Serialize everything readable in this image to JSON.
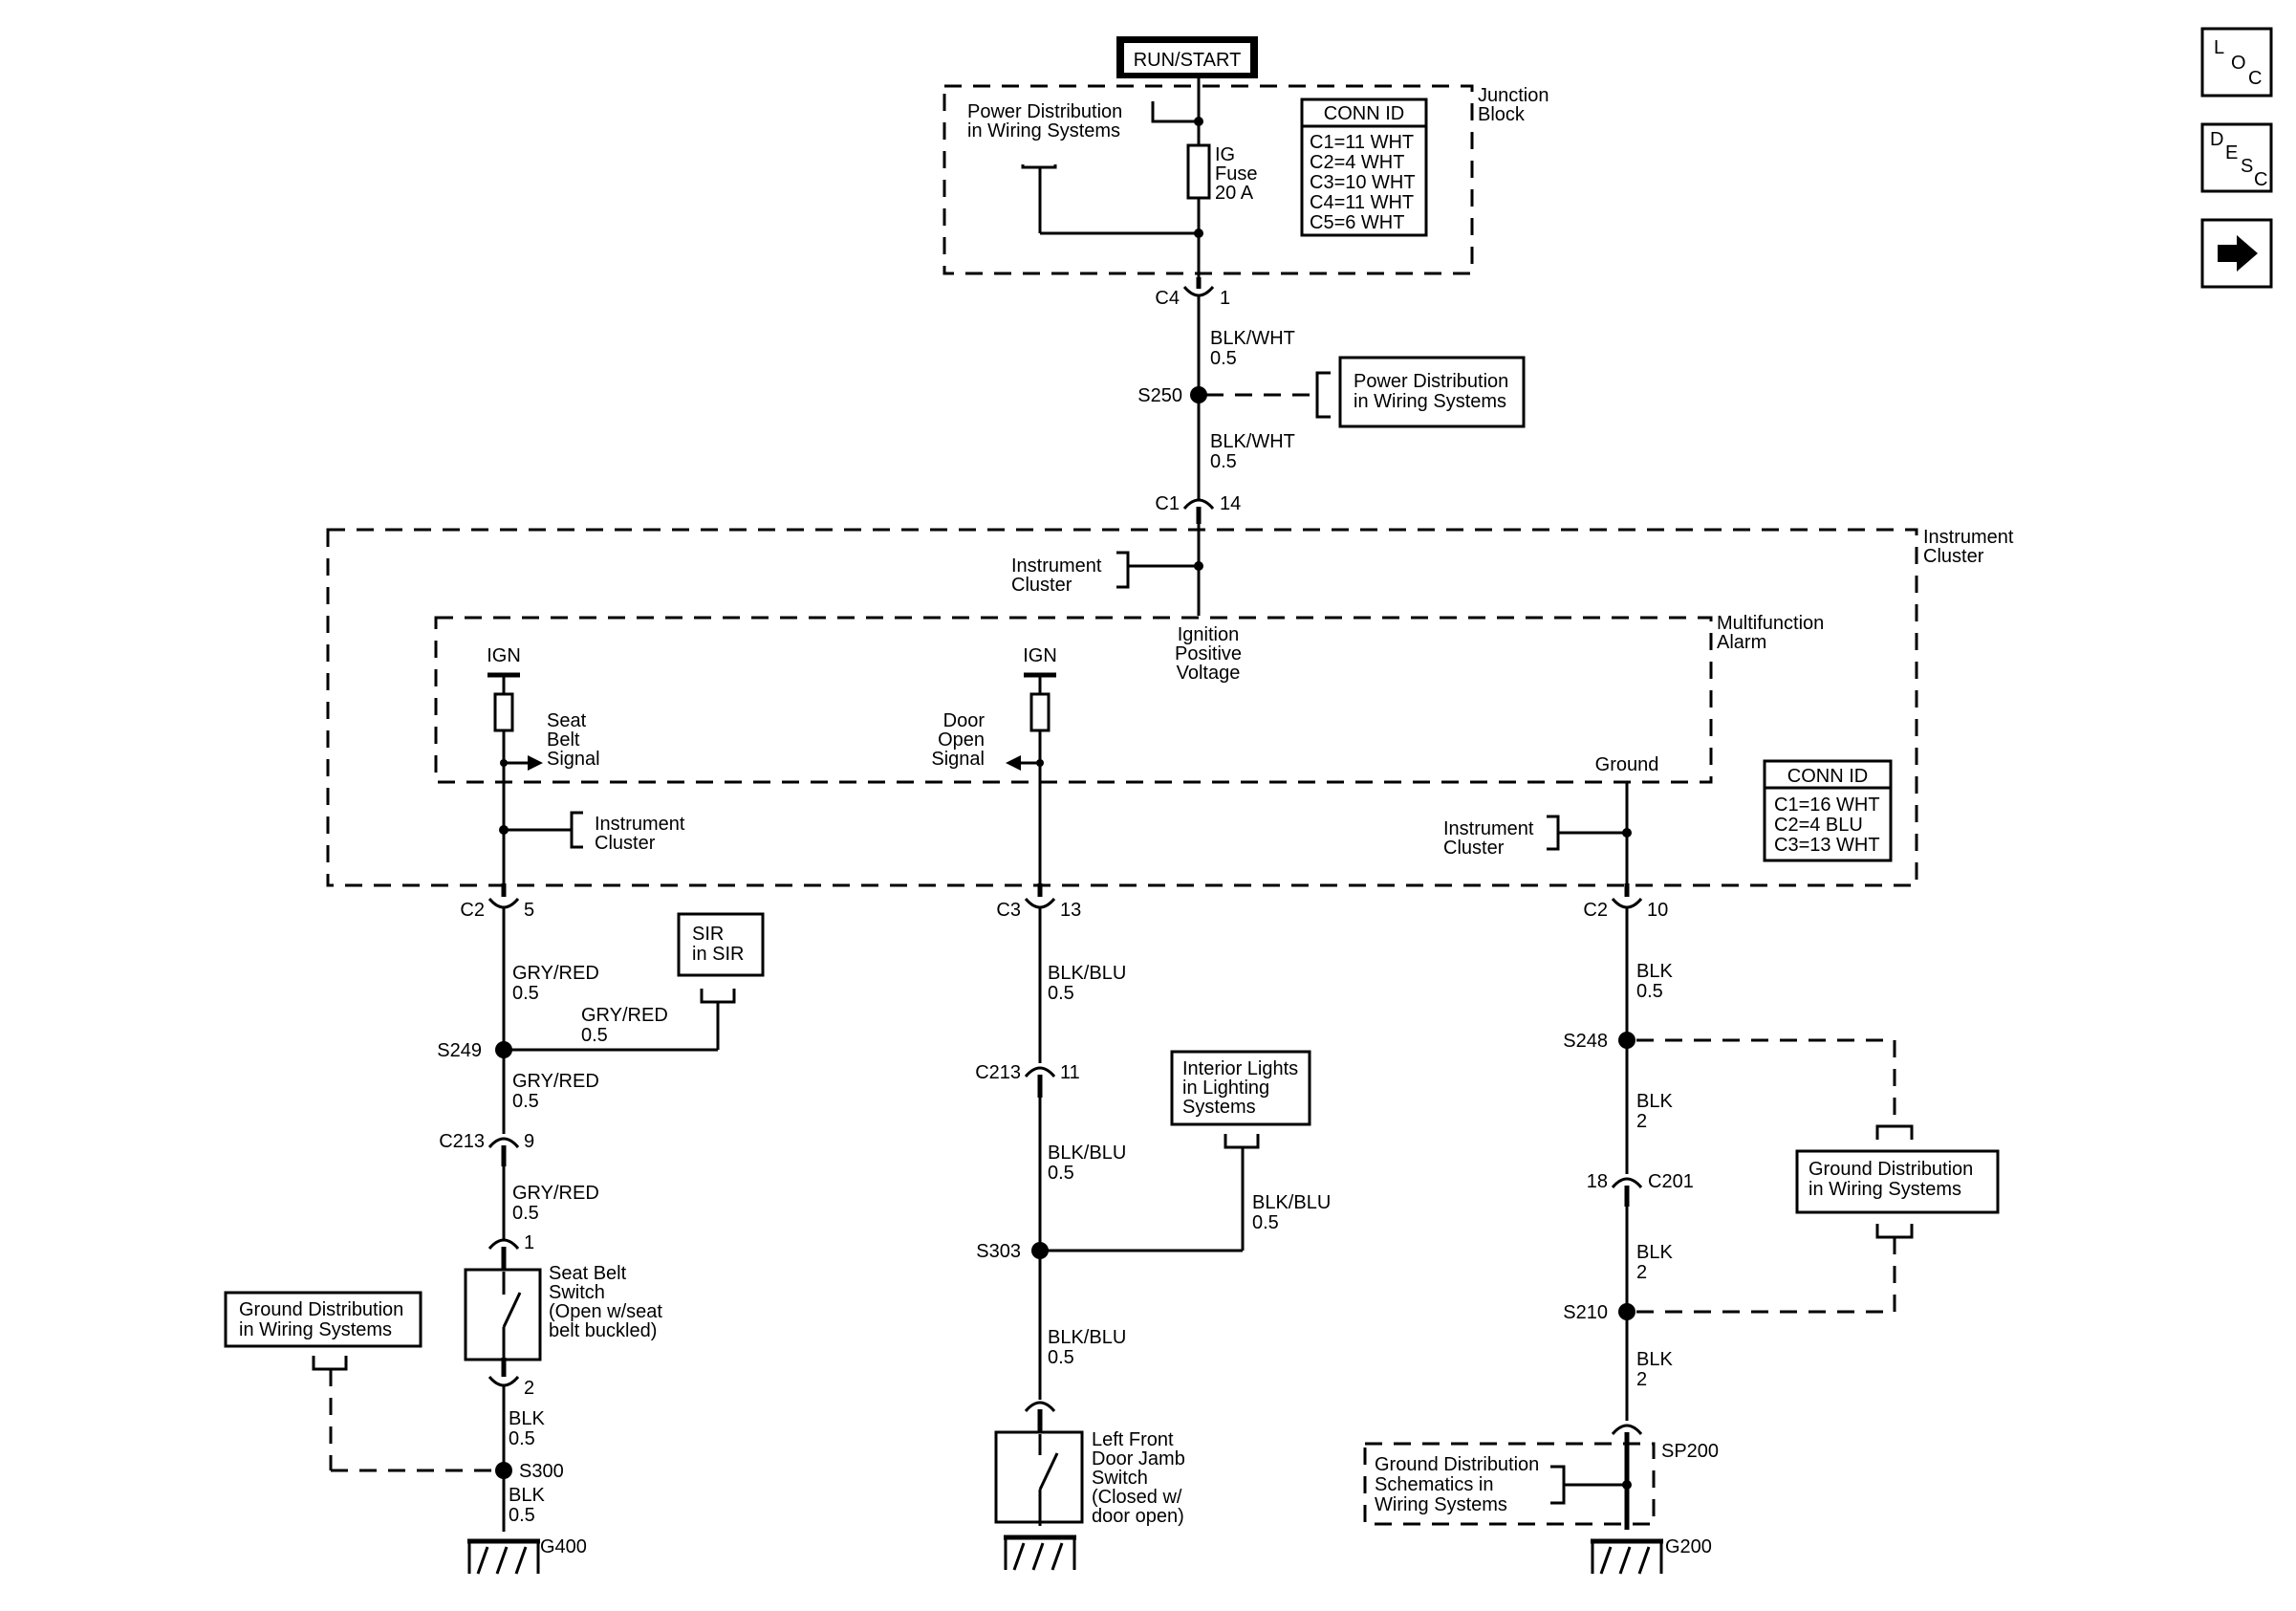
{
  "power_source": "RUN/START",
  "junction_block": {
    "label_line1": "Junction",
    "label_line2": "Block",
    "ref_line1": "Power Distribution",
    "ref_line2": "in Wiring Systems",
    "fuse_line1": "IG",
    "fuse_line2": "Fuse",
    "fuse_line3": "20 A",
    "conn_id_title": "CONN ID",
    "conn_ids": [
      "C1=11 WHT",
      "C2=4 WHT",
      "C3=10 WHT",
      "C4=11 WHT",
      "C5=6 WHT"
    ]
  },
  "upper_connectors": {
    "c4": "C4",
    "c4_pin": "1",
    "c1": "C1",
    "c1_pin": "14"
  },
  "upper_wires": {
    "w1_color": "BLK/WHT",
    "w1_size": "0.5",
    "w2_color": "BLK/WHT",
    "w2_size": "0.5"
  },
  "splice_s250": {
    "label": "S250",
    "ref_line1": "Power Distribution",
    "ref_line2": "in Wiring Systems"
  },
  "instrument_cluster": {
    "label_line1": "Instrument",
    "label_line2": "Cluster",
    "ref_top_line1": "Instrument",
    "ref_top_line2": "Cluster",
    "ref_left_line1": "Instrument",
    "ref_left_line2": "Cluster",
    "ref_right_line1": "Instrument",
    "ref_right_line2": "Cluster",
    "conn_id_title": "CONN ID",
    "conn_ids": [
      "C1=16 WHT",
      "C2=4 BLU",
      "C3=13 WHT"
    ]
  },
  "multifunction_alarm": {
    "label_line1": "Multifunction",
    "label_line2": "Alarm",
    "ign_voltage_line1": "Ignition",
    "ign_voltage_line2": "Positive",
    "ign_voltage_line3": "Voltage",
    "ign_left": "IGN",
    "ign_mid": "IGN",
    "seat_belt_line1": "Seat",
    "seat_belt_line2": "Belt",
    "seat_belt_line3": "Signal",
    "door_open_line1": "Door",
    "door_open_line2": "Open",
    "door_open_line3": "Signal",
    "ground": "Ground"
  },
  "left_circuit": {
    "c2": "C2",
    "c2_pin": "5",
    "w1_color": "GRY/RED",
    "w1_size": "0.5",
    "sir_line1": "SIR",
    "sir_line2": "in SIR",
    "w_sir_color": "GRY/RED",
    "w_sir_size": "0.5",
    "s249": "S249",
    "w2_color": "GRY/RED",
    "w2_size": "0.5",
    "c213": "C213",
    "c213_pin": "9",
    "w3_color": "GRY/RED",
    "w3_size": "0.5",
    "switch_pin_top": "1",
    "switch_line1": "Seat Belt",
    "switch_line2": "Switch",
    "switch_line3": "(Open w/seat",
    "switch_line4": "belt buckled)",
    "switch_pin_bottom": "2",
    "w4_color": "BLK",
    "w4_size": "0.5",
    "s300": "S300",
    "w5_color": "BLK",
    "w5_size": "0.5",
    "ground_ref_line1": "Ground Distribution",
    "ground_ref_line2": "in Wiring Systems",
    "ground": "G400"
  },
  "middle_circuit": {
    "c3": "C3",
    "c3_pin": "13",
    "w1_color": "BLK/BLU",
    "w1_size": "0.5",
    "c213": "C213",
    "c213_pin": "11",
    "w2_color": "BLK/BLU",
    "w2_size": "0.5",
    "lights_line1": "Interior Lights",
    "lights_line2": "in Lighting",
    "lights_line3": "Systems",
    "w_lights_color": "BLK/BLU",
    "w_lights_size": "0.5",
    "s303": "S303",
    "w3_color": "BLK/BLU",
    "w3_size": "0.5",
    "switch_line1": "Left Front",
    "switch_line2": "Door Jamb",
    "switch_line3": "Switch",
    "switch_line4": "(Closed w/",
    "switch_line5": "door open)"
  },
  "right_circuit": {
    "c2": "C2",
    "c2_pin": "10",
    "w1_color": "BLK",
    "w1_size": "0.5",
    "s248": "S248",
    "w2_color": "BLK",
    "w2_size": "2",
    "c201_pin": "18",
    "c201": "C201",
    "w3_color": "BLK",
    "w3_size": "2",
    "s210": "S210",
    "w4_color": "BLK",
    "w4_size": "2",
    "ground_ref_line1": "Ground Distribution",
    "ground_ref_line2": "in Wiring Systems",
    "schem_line1": "Ground Distribution",
    "schem_line2": "Schematics in",
    "schem_line3": "Wiring Systems",
    "sp200": "SP200",
    "ground": "G200"
  },
  "nav_icons": {
    "loc_l": "L",
    "loc_o": "O",
    "loc_c": "C",
    "desc_d": "D",
    "desc_e": "E",
    "desc_s": "S",
    "desc_c": "C"
  }
}
